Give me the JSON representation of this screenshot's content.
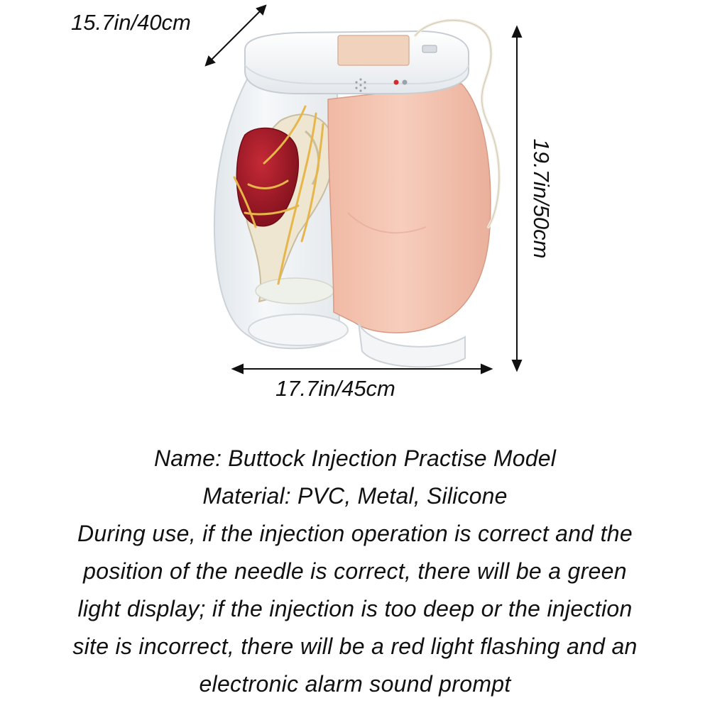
{
  "dimensions": {
    "depth": "15.7in/40cm",
    "height": "19.7in/50cm",
    "width": "17.7in/45cm"
  },
  "specs": {
    "name": "Name: Buttock Injection Practise Model",
    "material": "Material: PVC, Metal, Silicone"
  },
  "description_lines": [
    "During use, if the injection operation is correct and the",
    "position of the needle is correct, there will be a green",
    "light display; if the injection is too deep or the injection",
    "site is incorrect, there will be a red light flashing and an",
    "electronic alarm sound prompt"
  ],
  "colors": {
    "skin": "#f3c2ae",
    "muscle": "#a8192a",
    "bone": "#efe6d2",
    "nerve": "#e6b64a",
    "clear_shell": "#eef2f5",
    "base_plate": "#ffffff",
    "control_pad": "#f1d2bd",
    "green_led": "#2fb54a",
    "red_led": "#d52a2a"
  }
}
